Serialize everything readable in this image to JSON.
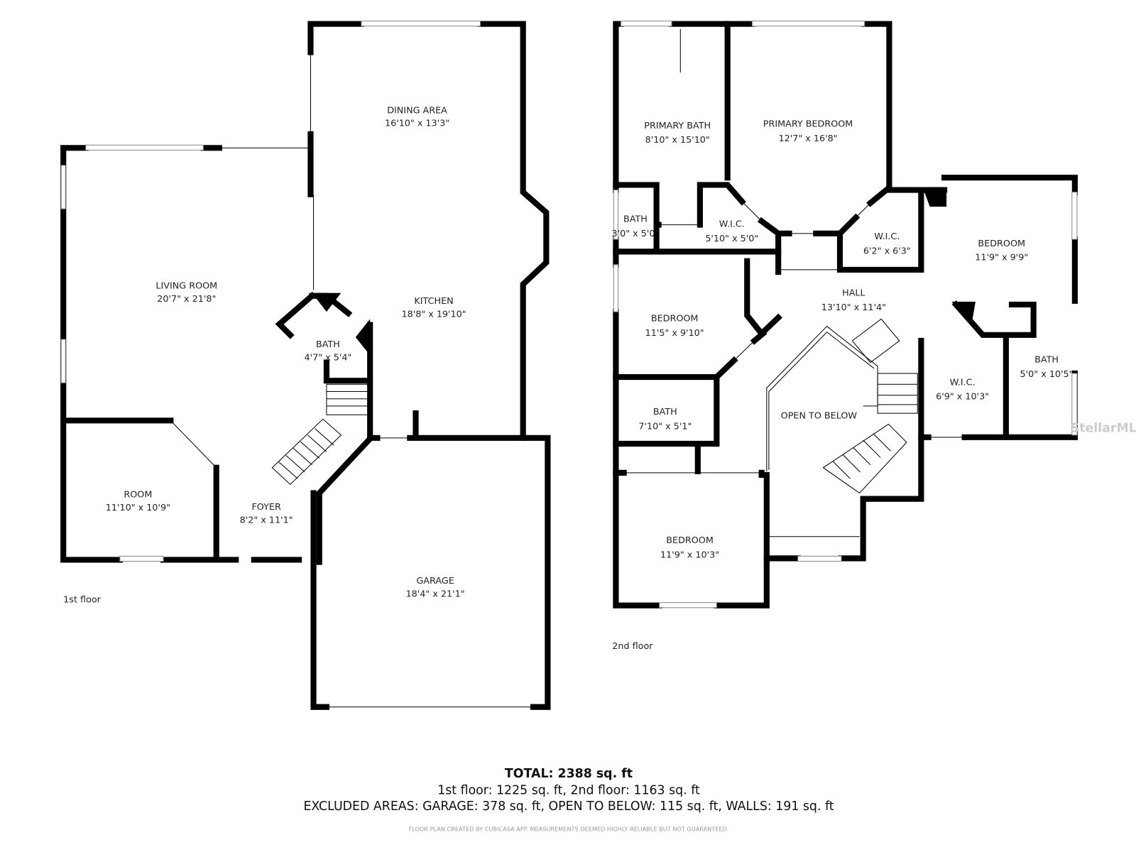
{
  "floors": [
    {
      "label": "1st floor",
      "rooms": [
        {
          "name": "DINING AREA",
          "size": "16'10\" x 13'3\""
        },
        {
          "name": "LIVING ROOM",
          "size": "20'7\" x 21'8\""
        },
        {
          "name": "KITCHEN",
          "size": "18'8\" x 19'10\""
        },
        {
          "name": "BATH",
          "size": "4'7\" x 5'4\""
        },
        {
          "name": "ROOM",
          "size": "11'10\" x 10'9\""
        },
        {
          "name": "FOYER",
          "size": "8'2\" x 11'1\""
        },
        {
          "name": "GARAGE",
          "size": "18'4\" x 21'1\""
        }
      ]
    },
    {
      "label": "2nd floor",
      "rooms": [
        {
          "name": "PRIMARY BATH",
          "size": "8'10\" x 15'10\""
        },
        {
          "name": "PRIMARY BEDROOM",
          "size": "12'7\" x 16'8\""
        },
        {
          "name": "BATH",
          "size": "3'0\" x 5'0\""
        },
        {
          "name": "W.I.C.",
          "size": "5'10\" x 5'0\""
        },
        {
          "name": "W.I.C.",
          "size": "6'2\" x 6'3\""
        },
        {
          "name": "BEDROOM",
          "size": "11'9\" x 9'9\""
        },
        {
          "name": "HALL",
          "size": "13'10\" x 11'4\""
        },
        {
          "name": "BEDROOM",
          "size": "11'5\" x 9'10\""
        },
        {
          "name": "W.I.C.",
          "size": "6'9\" x 10'3\""
        },
        {
          "name": "BATH",
          "size": "5'0\" x 10'5\""
        },
        {
          "name": "BATH",
          "size": "7'10\" x 5'1\""
        },
        {
          "name": "OPEN TO BELOW",
          "size": ""
        },
        {
          "name": "BEDROOM",
          "size": "11'9\" x 10'3\""
        }
      ]
    }
  ],
  "summary": {
    "total": "TOTAL: 2388 sq. ft",
    "floors": "1st floor: 1225 sq. ft, 2nd floor: 1163 sq. ft",
    "excluded": "EXCLUDED AREAS: GARAGE: 378 sq. ft, OPEN TO BELOW: 115 sq. ft, WALLS: 191 sq. ft",
    "disclaimer": "FLOOR PLAN CREATED BY CUBICASA APP. MEASUREMENTS DEEMED HIGHLY RELIABLE BUT NOT GUARANTEED."
  },
  "watermark": "StellarMLS"
}
